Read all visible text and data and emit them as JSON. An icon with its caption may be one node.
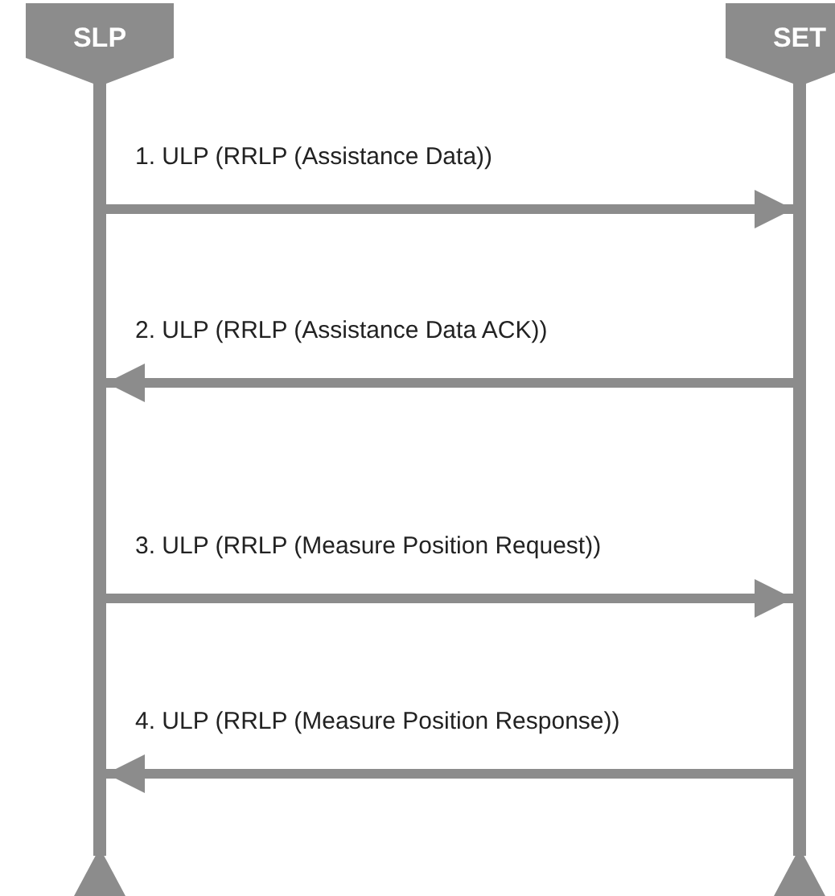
{
  "diagram": {
    "nodes": [
      {
        "text": [
          "SLP"
        ]
      },
      {
        "text": [
          "SET"
        ]
      }
    ],
    "edges": [
      {
        "from": 0,
        "to": 1,
        "arrow": "to",
        "label": "1. ULP (RRLP (Assistance Data))"
      },
      {
        "from": 1,
        "to": 0,
        "arrow": "to",
        "label": "2. ULP (RRLP (Assistance Data ACK))"
      },
      {
        "from": 0,
        "to": 1,
        "arrow": "to",
        "label": "3. ULP (RRLP (Measure Position Request))"
      },
      {
        "from": 1,
        "to": 0,
        "arrow": "to",
        "label": "4. ULP (RRLP (Measure Position Response))"
      }
    ]
  }
}
